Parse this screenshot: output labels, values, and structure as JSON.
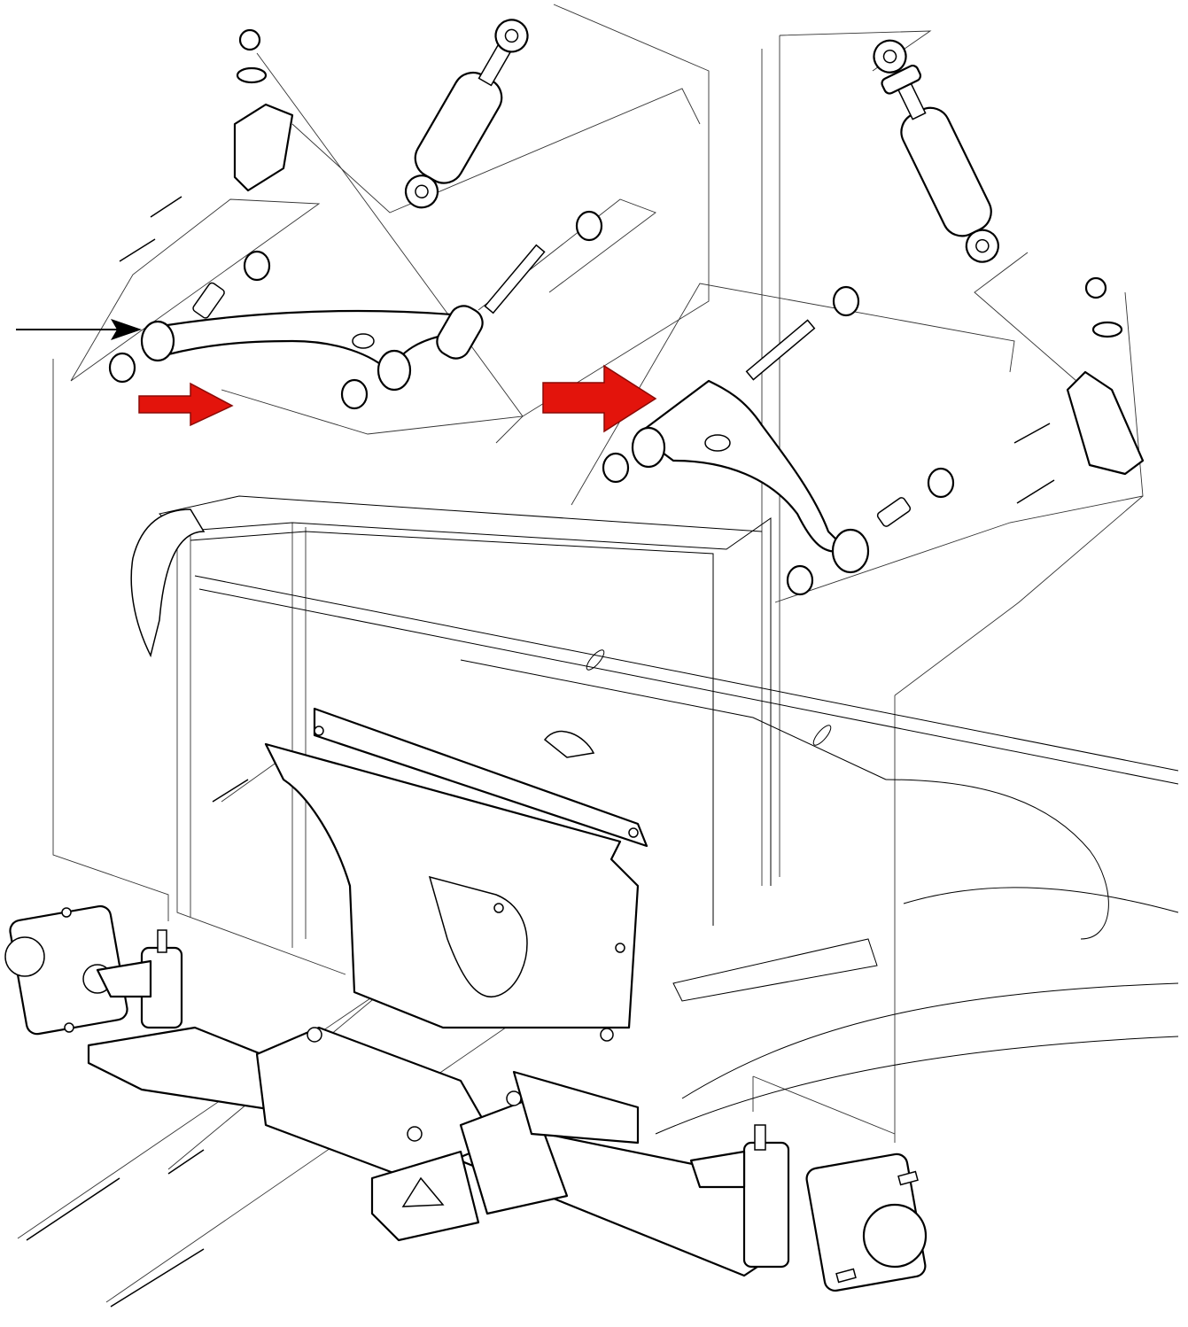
{
  "diagram": {
    "type": "exploded-parts-diagram",
    "colors": {
      "highlight_arrows": "#e3140c",
      "pointer_arrow": "#000000",
      "linework": "#000000",
      "background": "#ffffff"
    },
    "icons": [
      "pointer-arrow",
      "red-direction-arrow-left",
      "red-direction-arrow-right"
    ]
  }
}
